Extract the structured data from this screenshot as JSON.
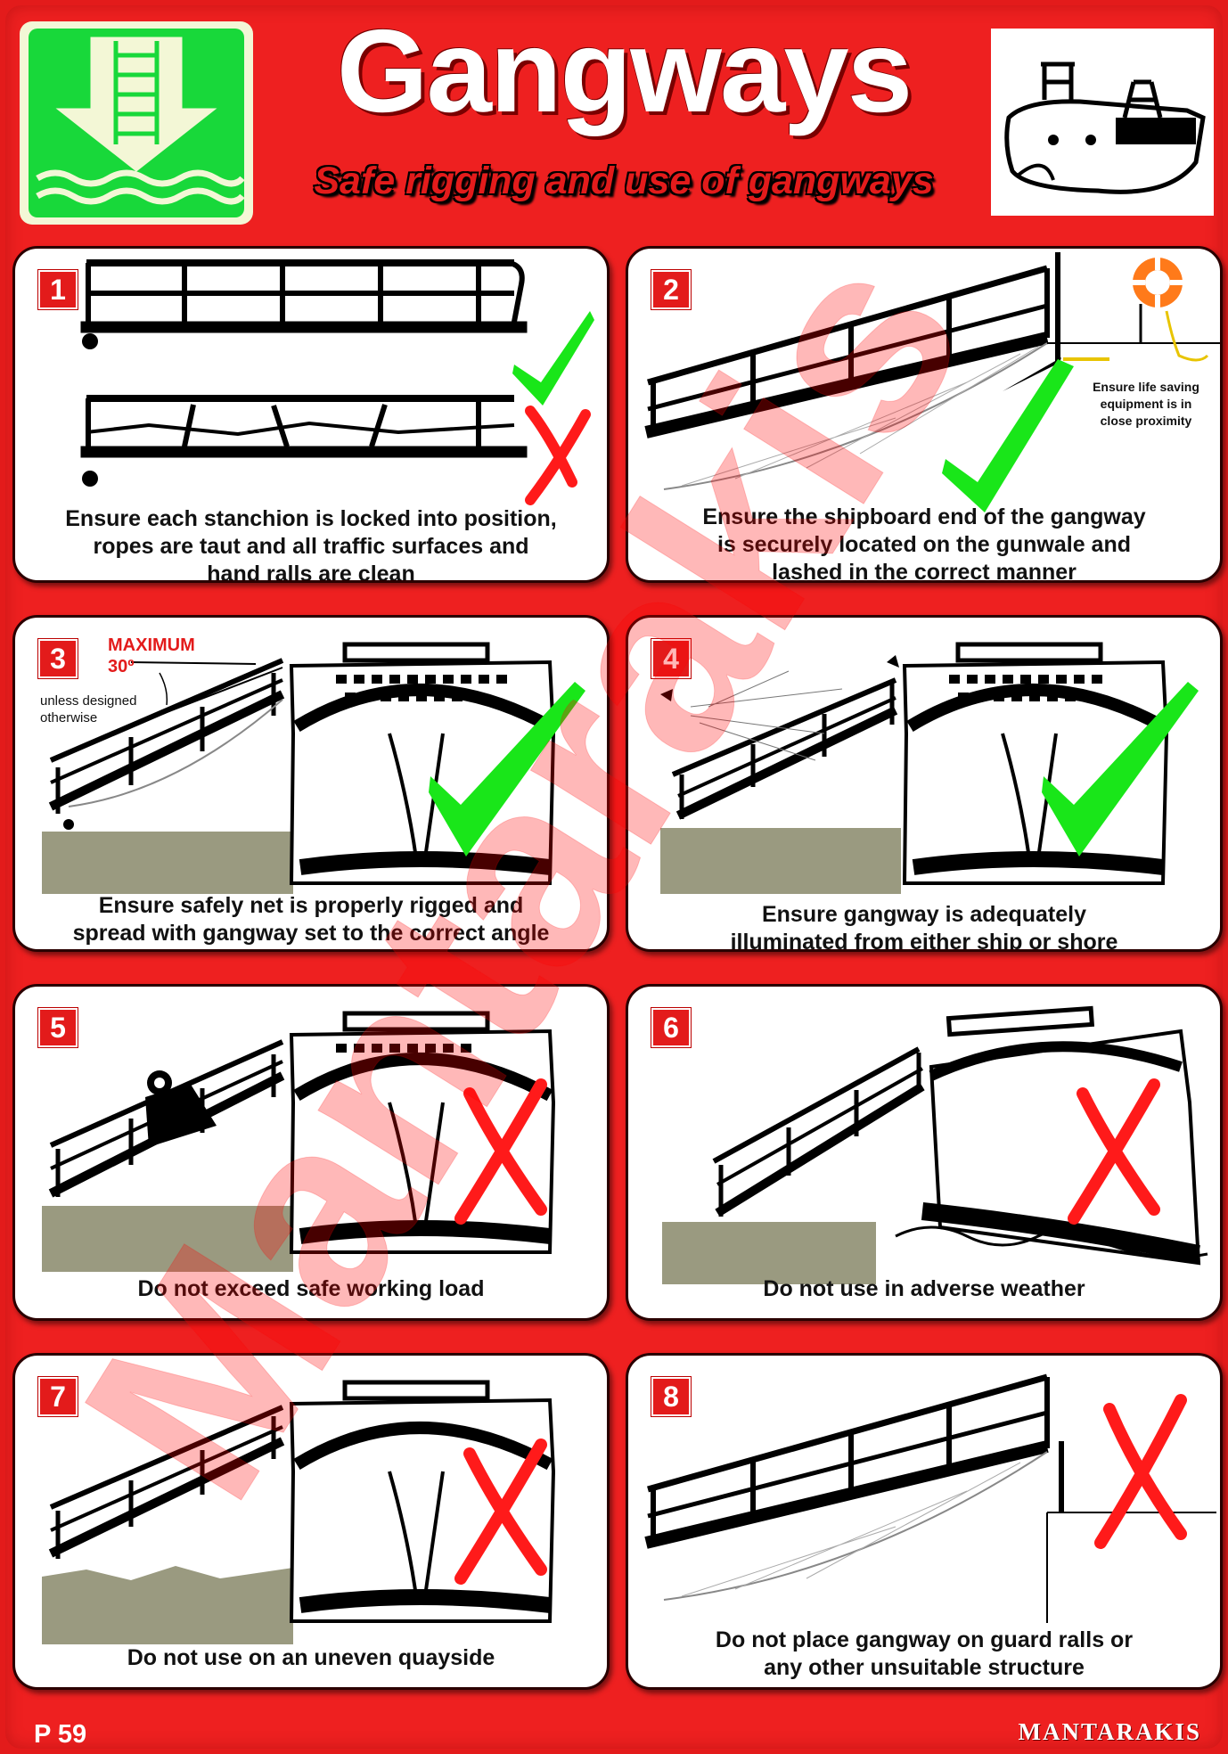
{
  "header": {
    "title": "Gangways",
    "subtitle": "Safe rigging and use of gangways"
  },
  "panels": [
    {
      "number": "1",
      "caption": "Ensure each stanchion is locked into position,\nropes are taut and all traffic surfaces and\nhand ralls are clean"
    },
    {
      "number": "2",
      "caption": "Ensure the shipboard end of the gangway\nis securely located on the gunwale and\nlashed in the correct manner",
      "note": "Ensure life saving\nequipment is in\nclose proximity"
    },
    {
      "number": "3",
      "caption": "Ensure safely net is properly rigged and\nspread with gangway set to the correct angle",
      "angle_label": "MAXIMUM",
      "angle_value": "30º",
      "angle_note": "unless designed\notherwise"
    },
    {
      "number": "4",
      "caption": "Ensure gangway is adequately\nilluminated from either ship or shore"
    },
    {
      "number": "5",
      "caption": "Do not exceed safe working load"
    },
    {
      "number": "6",
      "caption": "Do not use in adverse weather"
    },
    {
      "number": "7",
      "caption": "Do not use on an uneven quayside"
    },
    {
      "number": "8",
      "caption": "Do not place gangway on guard ralls or\nany other unsuitable structure"
    }
  ],
  "footer": {
    "page": "P 59",
    "brand": "MANTARAKIS"
  },
  "watermark": "Mantarakis",
  "colors": {
    "background": "#e31b1b",
    "check": "#19e619",
    "cross": "#ff1a1a",
    "exit_green": "#18d83a"
  },
  "icons": [
    "gangway-exit-sign-icon",
    "ship-logo-icon",
    "check-mark-icon",
    "cross-mark-icon",
    "lifebuoy-icon"
  ]
}
